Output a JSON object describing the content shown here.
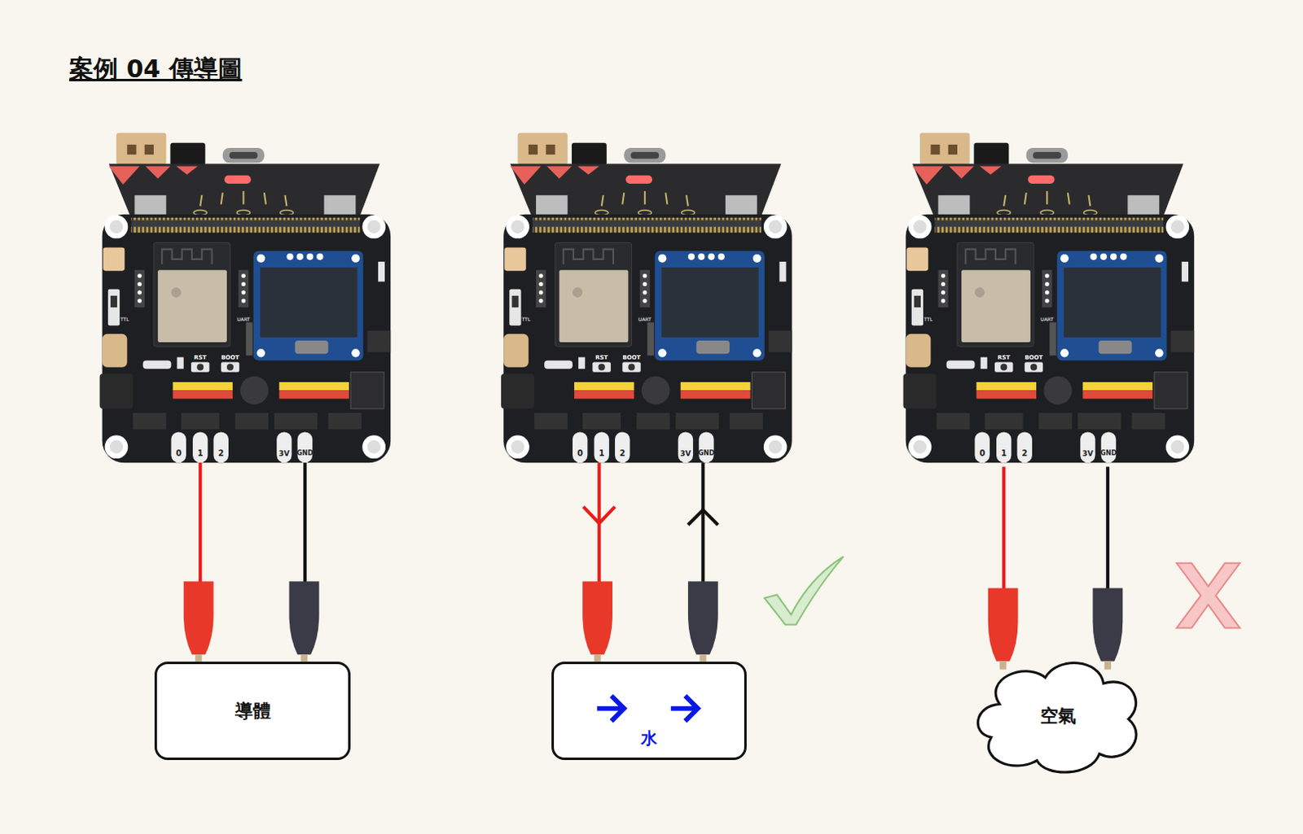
{
  "diagram": {
    "title": "案例 04 傳導圖",
    "nodes": [
      {
        "text": [
          "導體"
        ]
      },
      {
        "text": [
          "水"
        ]
      },
      {
        "text": [
          "空氣"
        ]
      }
    ],
    "labels": [
      "0",
      "1",
      "2",
      "3V",
      "GND",
      "RST",
      "BOOT",
      "UART",
      "TTL",
      "0",
      "1",
      "2",
      "3V",
      "GND",
      "RST",
      "BOOT",
      "UART",
      "TTL",
      "0",
      "1",
      "2",
      "3V",
      "GND",
      "RST",
      "BOOT",
      "UART",
      "TTL"
    ]
  }
}
